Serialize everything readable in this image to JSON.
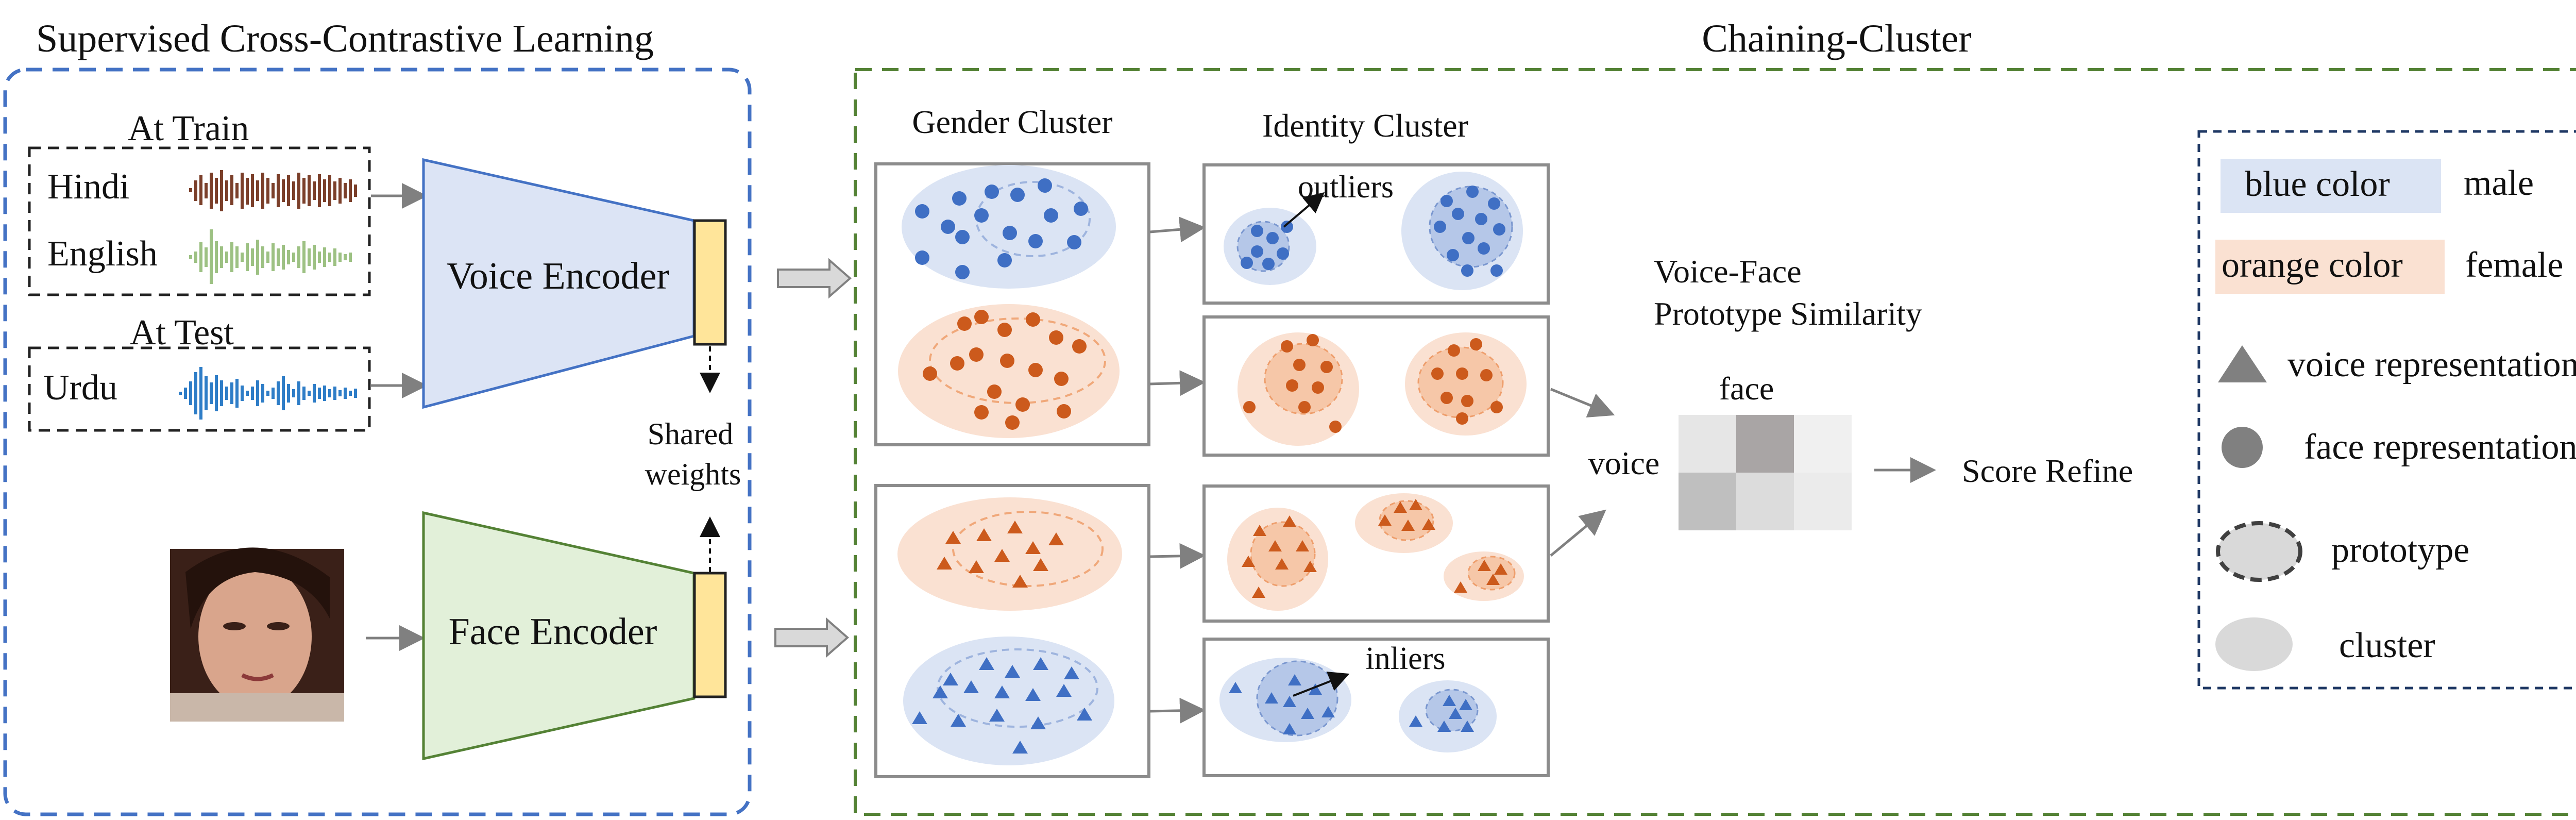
{
  "left_panel": {
    "title": "Supervised Cross-Contrastive Learning",
    "train_label": "At Train",
    "test_label": "At Test",
    "languages_train": [
      "Hindi",
      "English"
    ],
    "languages_test": [
      "Urdu"
    ],
    "voice_encoder": "Voice Encoder",
    "face_encoder": "Face Encoder",
    "shared_weights_line1": "Shared",
    "shared_weights_line2": "weights"
  },
  "right_panel": {
    "title": "Chaining-Cluster",
    "gender_cluster": "Gender Cluster",
    "identity_cluster": "Identity Cluster",
    "outliers": "outliers",
    "inliers": "inliers",
    "similarity_line1": "Voice-Face",
    "similarity_line2": "Prototype Similarity",
    "matrix_col_label": "face",
    "matrix_row_label": "voice",
    "score_refine": "Score Refine"
  },
  "legend": {
    "blue_label": "blue color",
    "blue_meaning": "male",
    "orange_label": "orange color",
    "orange_meaning": "female",
    "voice_rep": "voice representation",
    "face_rep": "face representation",
    "prototype": "prototype",
    "cluster": "cluster"
  },
  "colors": {
    "blue_fill": "#dbe4f4",
    "blue_dot": "#3f6fc4",
    "orange_fill": "#fae1d2",
    "orange_dot": "#cc5a1c",
    "voice_encoder_fill": "#dce4f5",
    "face_encoder_fill": "#e2f0d9",
    "embedding_yellow": "#ffe59a",
    "left_border": "#4472c4",
    "right_border": "#548235"
  }
}
